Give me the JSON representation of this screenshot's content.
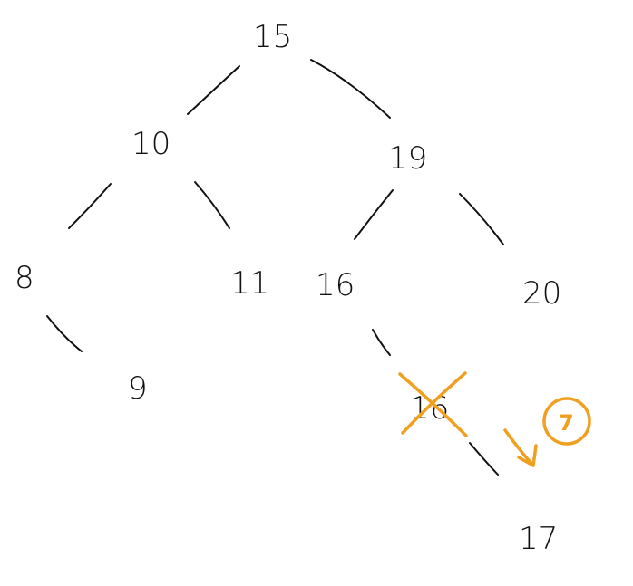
{
  "diagram": {
    "type": "binary-search-tree",
    "nodes": [
      {
        "id": "n15",
        "label": "15"
      },
      {
        "id": "n10",
        "label": "10"
      },
      {
        "id": "n19",
        "label": "19"
      },
      {
        "id": "n8",
        "label": "8"
      },
      {
        "id": "n11",
        "label": "11"
      },
      {
        "id": "n16",
        "label": "16"
      },
      {
        "id": "n20",
        "label": "20"
      },
      {
        "id": "n9",
        "label": "9"
      },
      {
        "id": "n16b",
        "label": "16",
        "crossed_out": true
      },
      {
        "id": "n17",
        "label": "17"
      }
    ],
    "edges": [
      {
        "from": "n15",
        "to": "n10"
      },
      {
        "from": "n15",
        "to": "n19"
      },
      {
        "from": "n10",
        "to": "n8"
      },
      {
        "from": "n10",
        "to": "n11"
      },
      {
        "from": "n19",
        "to": "n16"
      },
      {
        "from": "n19",
        "to": "n20"
      },
      {
        "from": "n8",
        "to": "n9"
      },
      {
        "from": "n16",
        "to": "n16b"
      },
      {
        "from": "n16b",
        "to": "n17"
      }
    ],
    "annotation": {
      "step_number": "7",
      "color": "#f0a020",
      "ink_color": "#111111"
    }
  }
}
